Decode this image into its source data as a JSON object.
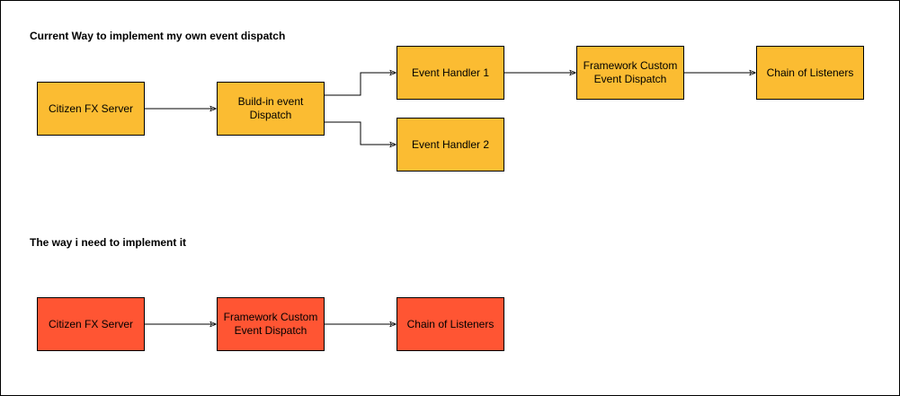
{
  "diagram": {
    "current_heading": "Current Way to implement my own event dispatch",
    "needed_heading": "The way i need to implement it",
    "colors": {
      "current_fill": "#fbbc32",
      "needed_fill": "#ff5533",
      "stroke": "#000000"
    },
    "current_nodes": {
      "citizen": "Citizen FX Server",
      "builtin": "Build-in event Dispatch",
      "handler1": "Event Handler 1",
      "handler2": "Event Handler 2",
      "framework": "Framework Custom Event Dispatch",
      "chain": "Chain of Listeners"
    },
    "needed_nodes": {
      "citizen": "Citizen FX Server",
      "framework": "Framework Custom Event Dispatch",
      "chain": "Chain of Listeners"
    },
    "edges": [
      {
        "from": "Citizen FX Server",
        "to": "Build-in event Dispatch"
      },
      {
        "from": "Build-in event Dispatch",
        "to": "Event Handler 1"
      },
      {
        "from": "Build-in event Dispatch",
        "to": "Event Handler 2"
      },
      {
        "from": "Event Handler 1",
        "to": "Framework Custom Event Dispatch"
      },
      {
        "from": "Framework Custom Event Dispatch",
        "to": "Chain of Listeners"
      },
      {
        "from": "Citizen FX Server",
        "to": "Framework Custom Event Dispatch"
      },
      {
        "from": "Framework Custom Event Dispatch",
        "to": "Chain of Listeners"
      }
    ]
  }
}
